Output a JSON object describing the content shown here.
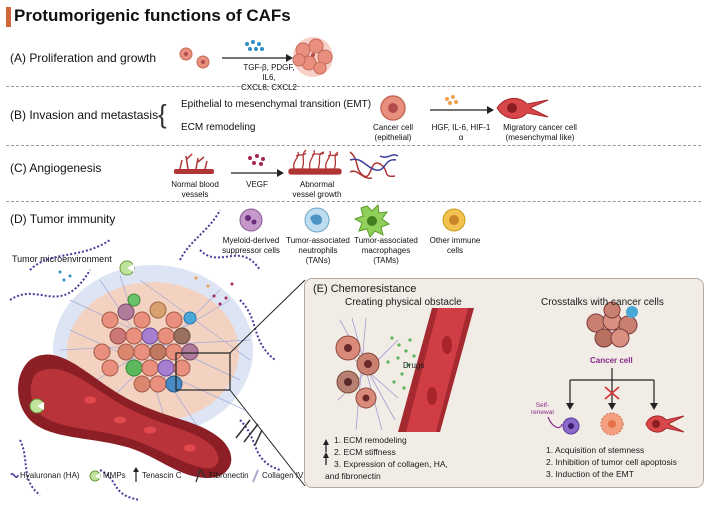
{
  "title": "Protumorigenic functions of CAFs",
  "sections": {
    "a": {
      "label": "(A) Proliferation and growth",
      "factors": [
        "TGF-β, PDGF, IL6,",
        "CXCL8, CXCL2"
      ]
    },
    "b": {
      "label": "(B) Invasion and metastasis",
      "emt": "Epithelial to mesenchymal transition (EMT)",
      "ecm": "ECM remodeling",
      "cancer_cell": [
        "Cancer cell",
        "(epithelial)"
      ],
      "factors": [
        "HGF, IL-6, HIF-1",
        "α"
      ],
      "migratory": [
        "Migratory cancer cell",
        "(mesenchymal like)"
      ]
    },
    "c": {
      "label": "(C) Angiogenesis",
      "normal": [
        "Normal blood",
        "vessels"
      ],
      "factor": "VEGF",
      "abnormal": [
        "Abnormal",
        "vessel growth"
      ]
    },
    "d": {
      "label": "(D) Tumor immunity",
      "cells": [
        {
          "lines": [
            "Myeloid-derived",
            "suppressor cells"
          ]
        },
        {
          "lines": [
            "Tumor-associated",
            "neutrophils",
            "(TANs)"
          ]
        },
        {
          "lines": [
            "Tumor-associated",
            "macrophages",
            "(TAMs)"
          ]
        },
        {
          "lines": [
            "Other immune",
            "cells"
          ]
        }
      ]
    }
  },
  "tme": {
    "label": "Tumor microenvironment"
  },
  "legend": [
    {
      "label": "Hyaluronan (HA)"
    },
    {
      "label": "MMPs"
    },
    {
      "label": "Tenascin C"
    },
    {
      "label": "Fibronectin"
    },
    {
      "label": "Collagen IV"
    }
  ],
  "e": {
    "title": "(E) Chemoresistance",
    "left_title": "Creating physical obstacle",
    "drugs": "Drugs",
    "left_items": [
      "1. ECM remodeling",
      "2. ECM stiffness",
      "3. Expression of collagen, HA,",
      "and fibronectin"
    ],
    "right_title": "Crosstalks with cancer cells",
    "cancer_cell": "Cancer cell",
    "self_renewal": [
      "Self-",
      "renewal"
    ],
    "right_items": [
      "1. Acquisition of stemness",
      "2. Inhibition of tumor cell apoptosis",
      "3. Induction of the EMT"
    ]
  },
  "colors": {
    "accent": "#d0663c",
    "cancer": "#e8907d",
    "vessel": "#9e2a2b",
    "purple_text": "#8b2a8b",
    "panel_bg": "#f1ece6"
  }
}
